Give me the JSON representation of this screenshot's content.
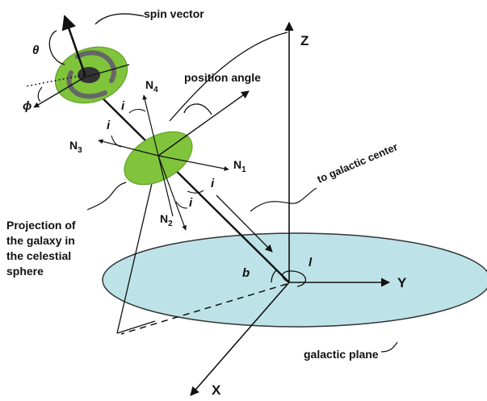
{
  "labels": {
    "spin_vector": "spin vector",
    "theta": "θ",
    "phi": "ϕ",
    "position_angle": "position angle",
    "to_galactic_center": "to galactic center",
    "galactic_plane": "galactic plane",
    "projection": [
      "Projection of",
      "the galaxy in",
      "the celestial",
      "sphere"
    ],
    "i": "i",
    "b": "b",
    "l": "l"
  },
  "axes": {
    "z": "Z",
    "y": "Y",
    "x": "X"
  },
  "normals": [
    {
      "base": "N",
      "sub": "1"
    },
    {
      "base": "N",
      "sub": "2"
    },
    {
      "base": "N",
      "sub": "3"
    },
    {
      "base": "N",
      "sub": "4"
    }
  ],
  "colors": {
    "galactic_plane": "#bde3e8",
    "galaxy_green": "#7fc43a",
    "galaxy_grey": "#555555",
    "line": "#111111"
  }
}
